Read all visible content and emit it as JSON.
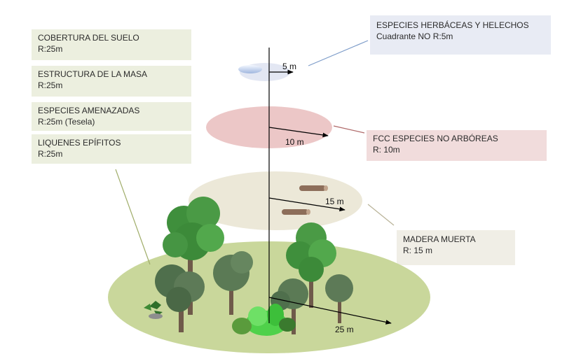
{
  "labels": {
    "cobertura": {
      "title": "COBERTURA DEL SUELO",
      "sub": "R:25m"
    },
    "estructura": {
      "title": "ESTRUCTURA DE LA MASA",
      "sub": "R:25m"
    },
    "amenazadas": {
      "title": "ESPECIES AMENAZADAS",
      "sub": "R:25m (Tesela)"
    },
    "liquenes": {
      "title": "LIQUENES EPÍFITOS",
      "sub": "R:25m"
    },
    "herbaceas": {
      "title": "ESPECIES HERBÁCEAS  Y HELECHOS",
      "sub": "Cuadrante NO R:5m"
    },
    "fcc": {
      "title": "FCC ESPECIES NO ARBÓREAS",
      "sub": "R: 10m"
    },
    "madera": {
      "title": "MADERA MUERTA",
      "sub": "R: 15 m"
    }
  },
  "radii": {
    "r5": "5 m",
    "r10": "10 m",
    "r15": "15 m",
    "r25": "25 m"
  },
  "colors": {
    "ground": "#c9d79b",
    "beige_disc": "#ece8d8",
    "pink_disc": "#ecc7c7",
    "blue_disc": "#e3e7f3",
    "axis": "#000000"
  }
}
